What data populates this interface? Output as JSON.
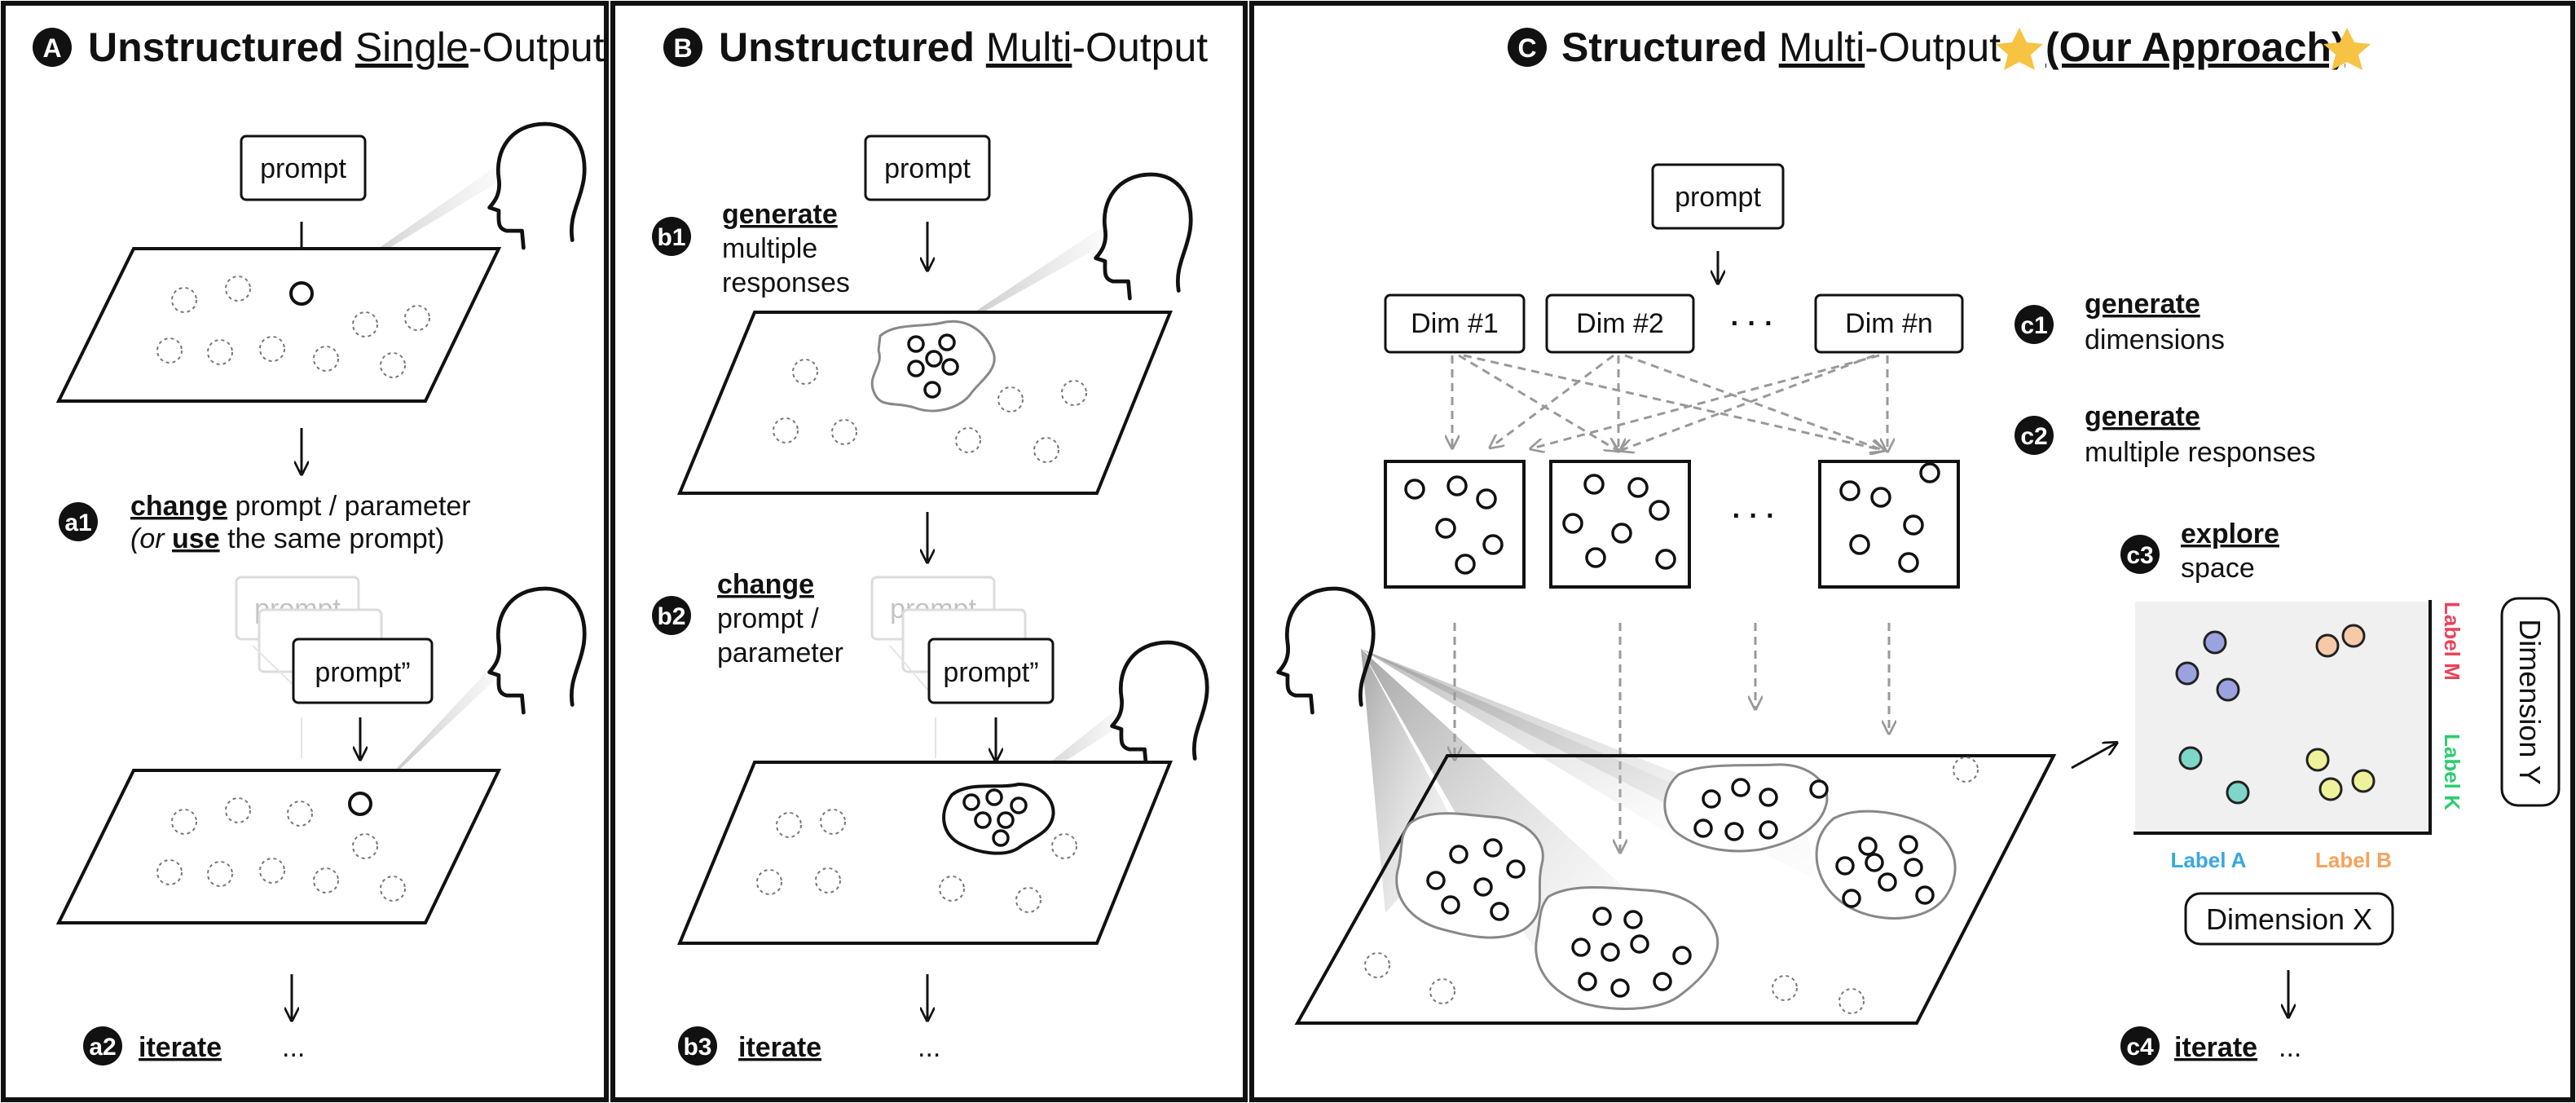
{
  "panel_a": {
    "letter": "A",
    "title_strong": "Unstructured",
    "title_underlined": "Single",
    "title_rest": "-Output",
    "prompt_label": "prompt",
    "prompt2_label": "prompt”",
    "ghost_label": "prompt",
    "step_a1_badge": "a1",
    "step_a1_verb": "change",
    "step_a1_text": "prompt / parameter",
    "step_a1_line2_open": "(or",
    "step_a1_line2_verb": "use",
    "step_a1_line2_rest": "the same prompt)",
    "step_a2_badge": "a2",
    "step_a2_verb": "iterate",
    "ellipsis": "..."
  },
  "panel_b": {
    "letter": "B",
    "title_strong": "Unstructured",
    "title_underlined": "Multi",
    "title_rest": "-Output",
    "prompt_label": "prompt",
    "prompt2_label": "prompt”",
    "ghost_label": "prompt",
    "step_b1_badge": "b1",
    "step_b1_verb": "generate",
    "step_b1_line2": "multiple",
    "step_b1_line3": "responses",
    "step_b2_badge": "b2",
    "step_b2_verb": "change",
    "step_b2_line2": "prompt /",
    "step_b2_line3": "parameter",
    "step_b3_badge": "b3",
    "step_b3_verb": "iterate",
    "ellipsis": "..."
  },
  "panel_c": {
    "letter": "C",
    "title_strong": "Structured",
    "title_underlined": "Multi",
    "title_rest": "-Output",
    "title_highlight": "(Our Approach)",
    "prompt_label": "prompt",
    "dims": [
      "Dim #1",
      "Dim #2",
      "Dim #n"
    ],
    "dim_ellipsis": "· · ·",
    "box_ellipsis": "· · ·",
    "step_c1_badge": "c1",
    "step_c1_verb": "generate",
    "step_c1_line2": "dimensions",
    "step_c2_badge": "c2",
    "step_c2_verb": "generate",
    "step_c2_line2": "multiple responses",
    "step_c3_badge": "c3",
    "step_c3_verb": "explore",
    "step_c3_line2": "space",
    "step_c4_badge": "c4",
    "step_c4_verb": "iterate",
    "ellipsis": "...",
    "label_m": "Label M",
    "label_k": "Label K",
    "label_a": "Label A",
    "label_b": "Label B",
    "dimension_y": "Dimension Y",
    "dimension_x": "Dimension X"
  },
  "colors": {
    "label_m": "#e8445a",
    "label_k": "#2ecc71",
    "label_a": "#3aa7e0",
    "label_b": "#f5a25d",
    "dot_purple": "#9aa3e0",
    "dot_peach": "#f6c9a8",
    "dot_teal": "#7ed6c8",
    "dot_yellow": "#eef29a",
    "star": "#f6c342"
  }
}
